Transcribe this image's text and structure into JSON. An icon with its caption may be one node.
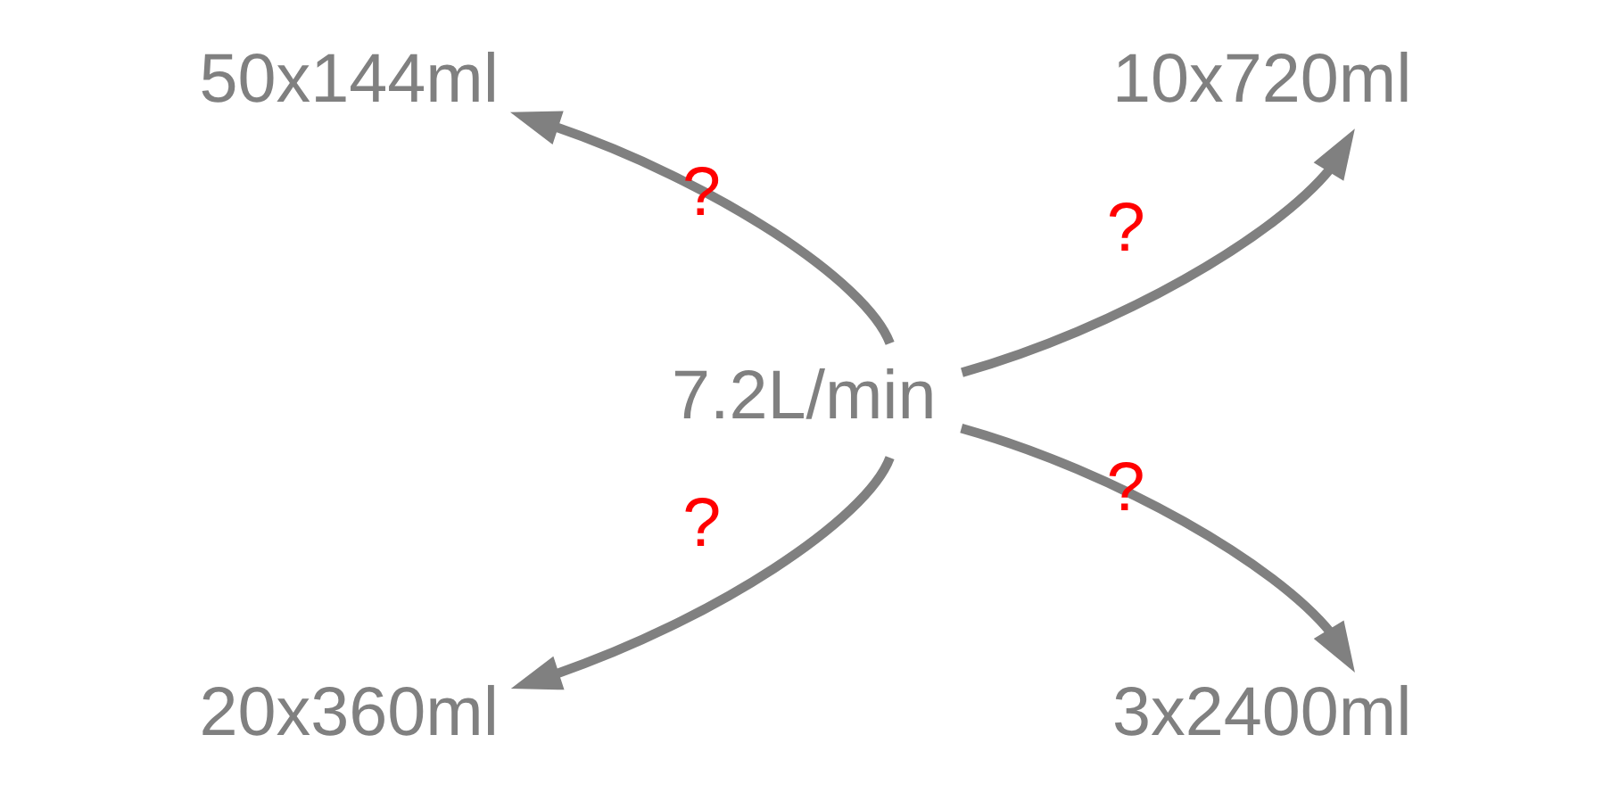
{
  "diagram": {
    "nodes": [
      {
        "text": [
          "50x144ml"
        ]
      },
      {
        "text": [
          "10x720ml"
        ]
      },
      {
        "text": [
          "7.2L/min"
        ]
      },
      {
        "text": [
          "20x360ml"
        ]
      },
      {
        "text": [
          "3x2400ml"
        ]
      }
    ],
    "edges": [
      {
        "from": 2,
        "to": 0,
        "arrow": "to",
        "label": "?"
      },
      {
        "from": 2,
        "to": 1,
        "arrow": "to",
        "label": "?"
      },
      {
        "from": 2,
        "to": 3,
        "arrow": "to",
        "label": "?"
      },
      {
        "from": 2,
        "to": 4,
        "arrow": "to",
        "label": "?"
      }
    ]
  }
}
